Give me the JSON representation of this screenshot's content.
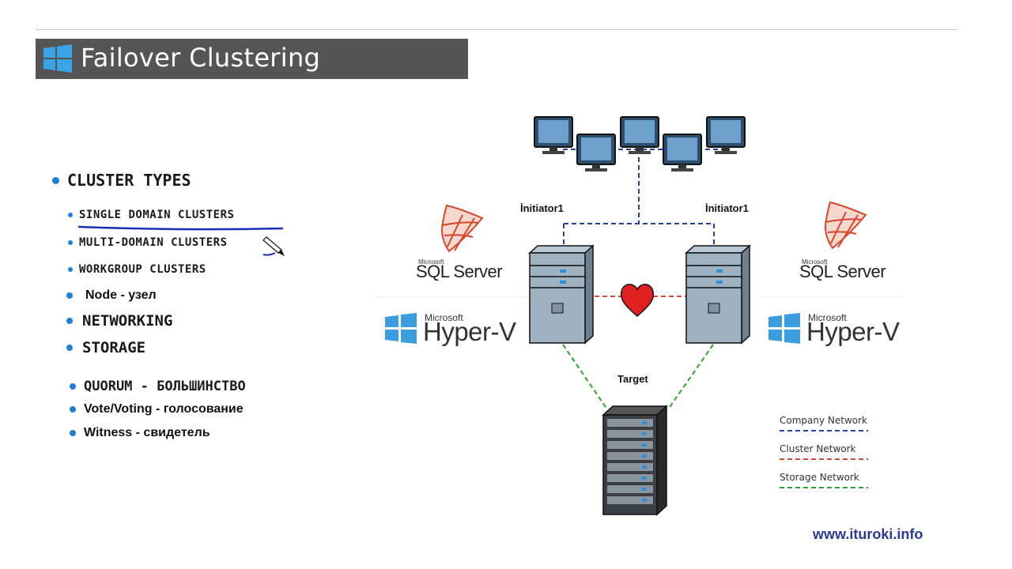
{
  "title": "Failover Clustering",
  "bullets": [
    {
      "text": "Cluster types"
    },
    {
      "text": "single domain clusters"
    },
    {
      "text": "multi-domain clusters"
    },
    {
      "text": "workgroup clusters"
    },
    {
      "text": "Node - узел"
    },
    {
      "text": "Networking"
    },
    {
      "text": "Storage"
    },
    {
      "text": "Quorum - большинство"
    },
    {
      "text": "Vote/Voting - голосование"
    },
    {
      "text": "Witness - свидетель"
    }
  ],
  "diagram": {
    "initiator_left": "İnitiator1",
    "initiator_right": "İnitiator1",
    "target": "Target",
    "sql_microsoft": "Microsoft",
    "sql_server": "SQL Server",
    "hyperv_microsoft": "Microsoft",
    "hyperv": "Hyper-V"
  },
  "legend": [
    {
      "label": "Company Network",
      "color": "#2b3fa8"
    },
    {
      "label": "Cluster Network",
      "color": "#d24a3a"
    },
    {
      "label": "Storage Network",
      "color": "#2aa52f"
    }
  ],
  "watermark": "www.ituroki.info"
}
